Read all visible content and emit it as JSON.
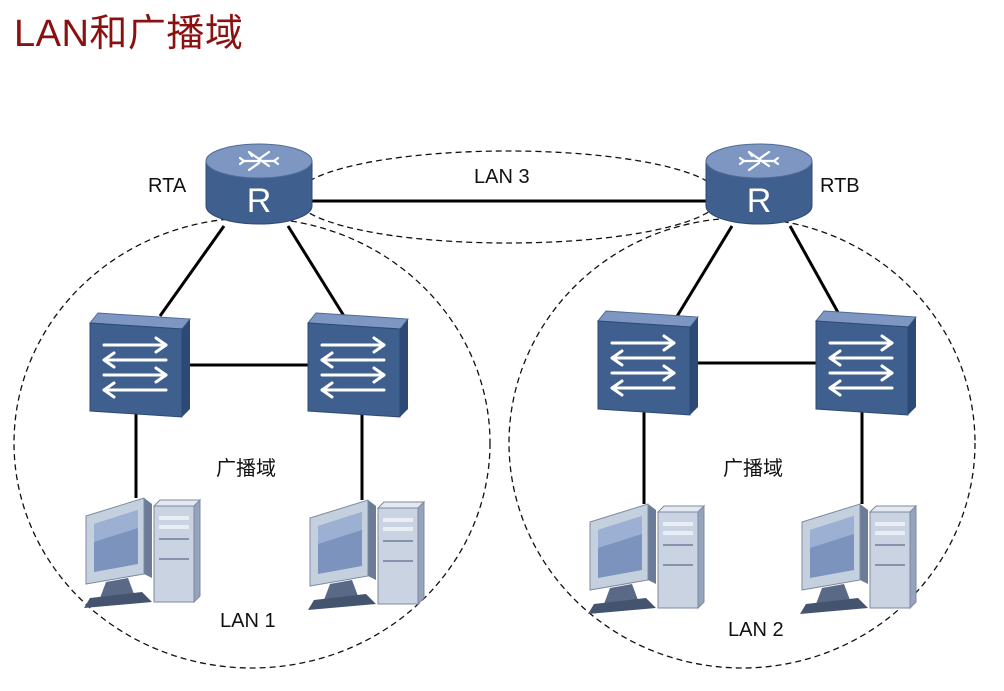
{
  "title": "LAN和广播域",
  "colors": {
    "title": "#8b1010",
    "device_top": "#7e97c2",
    "device_front": "#3f5f8f",
    "device_side": "#2d4a77",
    "pc_body": "#c5d0df",
    "pc_screen": "#7b93bd",
    "line": "#000000"
  },
  "routers": [
    {
      "id": "rta",
      "label": "RTA",
      "glyph": "R"
    },
    {
      "id": "rtb",
      "label": "RTB",
      "glyph": "R"
    }
  ],
  "domains": [
    {
      "id": "lan1",
      "lan_label": "LAN 1",
      "broadcast_label": "广播域"
    },
    {
      "id": "lan2",
      "lan_label": "LAN 2",
      "broadcast_label": "广播域"
    }
  ],
  "links": [
    {
      "id": "lan3",
      "label": "LAN 3"
    }
  ],
  "icons": {
    "router": "router-icon",
    "switch": "switch-icon",
    "pc": "pc-icon"
  }
}
